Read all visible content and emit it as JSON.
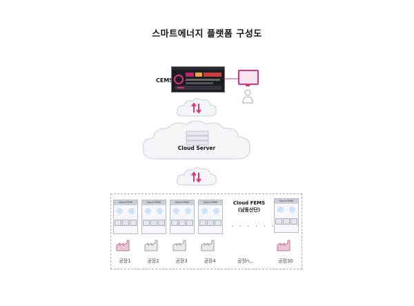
{
  "title": "스마트에너지 플랫폼 구성도",
  "cems_label": "CEMS",
  "cloud_server_label": "Cloud Server",
  "fems": {
    "title_line1": "Cloud FEMS",
    "title_line2": "(남동산단)"
  },
  "factory_header": "Cloud FEMS",
  "factories": [
    "공장1",
    "공장2",
    "공장3",
    "공장4",
    "공장n...",
    "공장30"
  ],
  "ellipsis": ". . . . . . .",
  "colors": {
    "arrow": "#e0317d",
    "cloud_fill": "#f3f5f9",
    "cloud_stroke": "#c7ccd6",
    "accent": "#e0317d"
  }
}
